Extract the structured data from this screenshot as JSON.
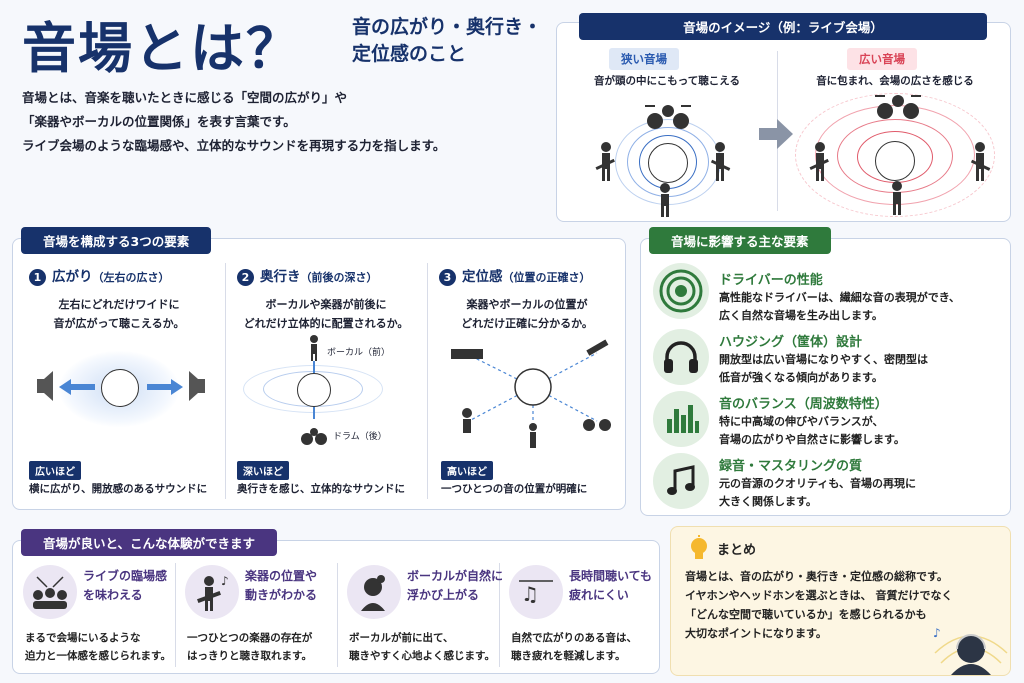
{
  "header": {
    "title": "音場とは？",
    "subtitle_line1": "音の広がり・奥行き・",
    "subtitle_line2": "定位感のこと",
    "intro_line1": "音場とは、音楽を聴いたときに感じる「空間の広がり」や",
    "intro_line2": "「楽器やボーカルの位置関係」を表す言葉です。",
    "intro_line3": "ライブ会場のような臨場感や、立体的なサウンドを再現する力を指します。"
  },
  "image_panel": {
    "heading": "音場のイメージ（例：ライブ会場）",
    "narrow": {
      "tag": "狭い音場",
      "caption": "音が頭の中にこもって聴こえる"
    },
    "wide": {
      "tag": "広い音場",
      "caption": "音に包まれ、会場の広さを感じる"
    }
  },
  "elements": {
    "heading": "音場を構成する3つの要素",
    "items": [
      {
        "num": "1",
        "title": "広がり",
        "sub": "（左右の広さ）",
        "desc1": "左右にどれだけワイドに",
        "desc2": "音が広がって聴こえるか。",
        "tag": "広いほど",
        "note": "横に広がり、開放感のあるサウンドに"
      },
      {
        "num": "2",
        "title": "奥行き",
        "sub": "（前後の深さ）",
        "desc1": "ボーカルや楽器が前後に",
        "desc2": "どれだけ立体的に配置されるか。",
        "tag": "深いほど",
        "note": "奥行きを感じ、立体的なサウンドに",
        "label_front": "ボーカル（前）",
        "label_back": "ドラム（後）"
      },
      {
        "num": "3",
        "title": "定位感",
        "sub": "（位置の正確さ）",
        "desc1": "楽器やボーカルの位置が",
        "desc2": "どれだけ正確に分かるか。",
        "tag": "高いほど",
        "note": "一つひとつの音の位置が明確に"
      }
    ]
  },
  "factors": {
    "heading": "音場に影響する主な要素",
    "items": [
      {
        "icon": "driver-icon",
        "title": "ドライバーの性能",
        "desc1": "高性能なドライバーは、繊細な音の表現ができ、",
        "desc2": "広く自然な音場を生み出します。"
      },
      {
        "icon": "headphones-icon",
        "title": "ハウジング（筐体）設計",
        "desc1": "開放型は広い音場になりやすく、密閉型は",
        "desc2": "低音が強くなる傾向があります。"
      },
      {
        "icon": "equalizer-icon",
        "title": "音のバランス（周波数特性）",
        "desc1": "特に中高域の伸びやバランスが、",
        "desc2": "音場の広がりや自然さに影響します。"
      },
      {
        "icon": "music-note-icon",
        "title": "録音・マスタリングの質",
        "desc1": "元の音源のクオリティも、音場の再現に",
        "desc2": "大きく関係します。"
      }
    ]
  },
  "experience": {
    "heading": "音場が良いと、こんな体験ができます",
    "items": [
      {
        "icon": "concert-icon",
        "title1": "ライブの臨場感",
        "title2": "を味わえる",
        "desc1": "まるで会場にいるような",
        "desc2": "迫力と一体感を感じられます。"
      },
      {
        "icon": "guitarist-icon",
        "title1": "楽器の位置や",
        "title2": "動きがわかる",
        "desc1": "一つひとつの楽器の存在が",
        "desc2": "はっきりと聴き取れます。"
      },
      {
        "icon": "singer-icon",
        "title1": "ボーカルが自然に",
        "title2": "浮かび上がる",
        "desc1": "ボーカルが前に出て、",
        "desc2": "聴きやすく心地よく感じます。"
      },
      {
        "icon": "relax-music-icon",
        "title1": "長時間聴いても",
        "title2": "疲れにくい",
        "desc1": "自然で広がりのある音は、",
        "desc2": "聴き疲れを軽減します。"
      }
    ]
  },
  "summary": {
    "icon": "lightbulb-icon",
    "heading": "まとめ",
    "line1": "音場とは、音の広がり・奥行き・定位感の総称です。",
    "line2": "イヤホンやヘッドホンを選ぶときは、 音質だけでなく",
    "line3": "「どんな空間で聴いているか」を感じられるかも",
    "line4": "大切なポイントになります。"
  },
  "colors": {
    "navy": "#17326b",
    "green": "#2f7a3c",
    "purple": "#4a3580",
    "narrow_blue": "#3a6fc4",
    "wide_red": "#e05a6a",
    "summary_bg": "#fdf6e3"
  }
}
